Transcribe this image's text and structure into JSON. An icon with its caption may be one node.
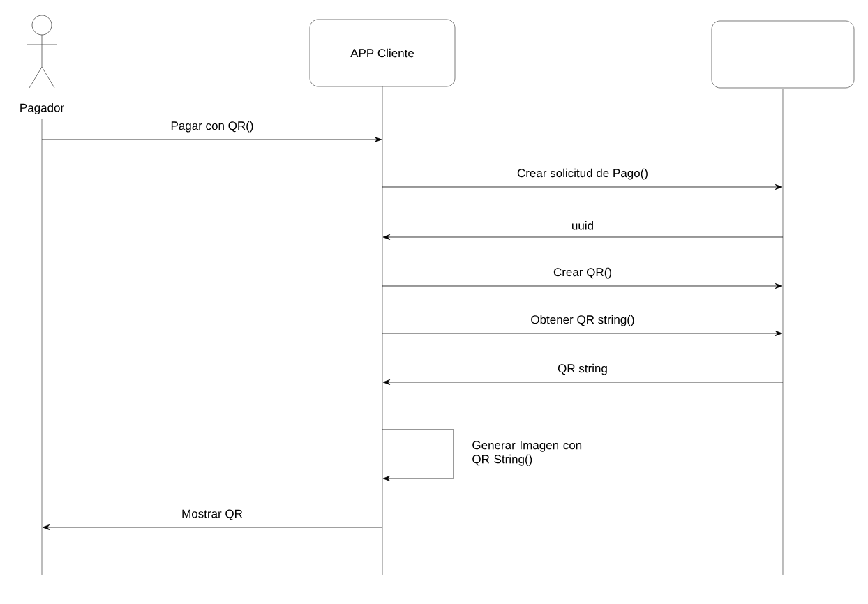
{
  "diagram": {
    "nodes": [
      {
        "text": [
          "Pagador"
        ]
      },
      {
        "text": [
          "APP Cliente"
        ]
      },
      {
        "text": [],
        "shape": "box"
      }
    ],
    "edges": [
      {
        "from": 0,
        "to": 1,
        "arrow": "to",
        "label": "Pagar con QR()"
      },
      {
        "from": 1,
        "to": 2,
        "arrow": "to",
        "label": "Crear solicitud de Pago()"
      },
      {
        "from": 2,
        "to": 1,
        "arrow": "to",
        "label": "uuid"
      },
      {
        "from": 1,
        "to": 2,
        "arrow": "to",
        "label": "Crear QR()"
      },
      {
        "from": 1,
        "to": 2,
        "arrow": "to",
        "label": "Obtener QR string()"
      },
      {
        "from": 2,
        "to": 1,
        "arrow": "to",
        "label": "QR string"
      },
      {
        "from": 1,
        "to": 1,
        "arrow": "to",
        "label": "Generar Imagen con QR String()"
      },
      {
        "from": 1,
        "to": 0,
        "arrow": "to",
        "label": "Mostrar QR"
      }
    ]
  }
}
